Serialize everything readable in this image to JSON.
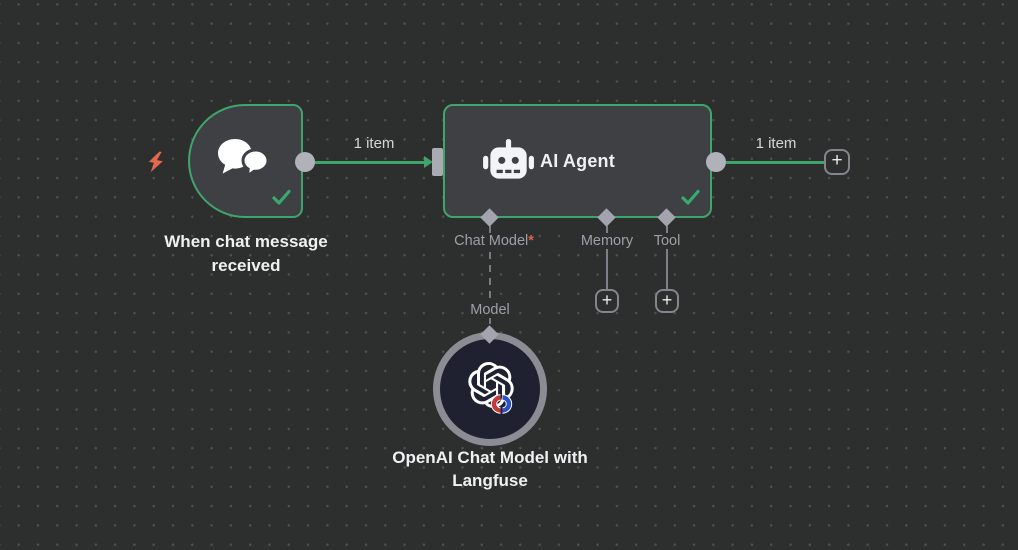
{
  "canvas": {
    "background": "#2d2e2e",
    "accent_green": "#3fa56d",
    "connector_gray": "#a9aab2",
    "node_fill": "#3e4044",
    "required_red": "#e0604e",
    "bolt_orange": "#e4674e"
  },
  "nodes": {
    "trigger": {
      "label": "When chat message received",
      "icon": "chat-bubbles-icon",
      "status": "success"
    },
    "agent": {
      "title": "AI Agent",
      "icon": "robot-icon",
      "status": "success",
      "ports": {
        "chat_model": {
          "label": "Chat Model",
          "required_marker": "*"
        },
        "memory": {
          "label": "Memory"
        },
        "tool": {
          "label": "Tool"
        }
      }
    },
    "openai": {
      "label": "OpenAI Chat Model with Langfuse",
      "icon": "openai-logo-icon"
    }
  },
  "connections": {
    "trigger_to_agent_label": "1 item",
    "agent_output_label": "1 item",
    "model_link_label": "Model"
  },
  "buttons": {
    "plus_label": "+"
  }
}
